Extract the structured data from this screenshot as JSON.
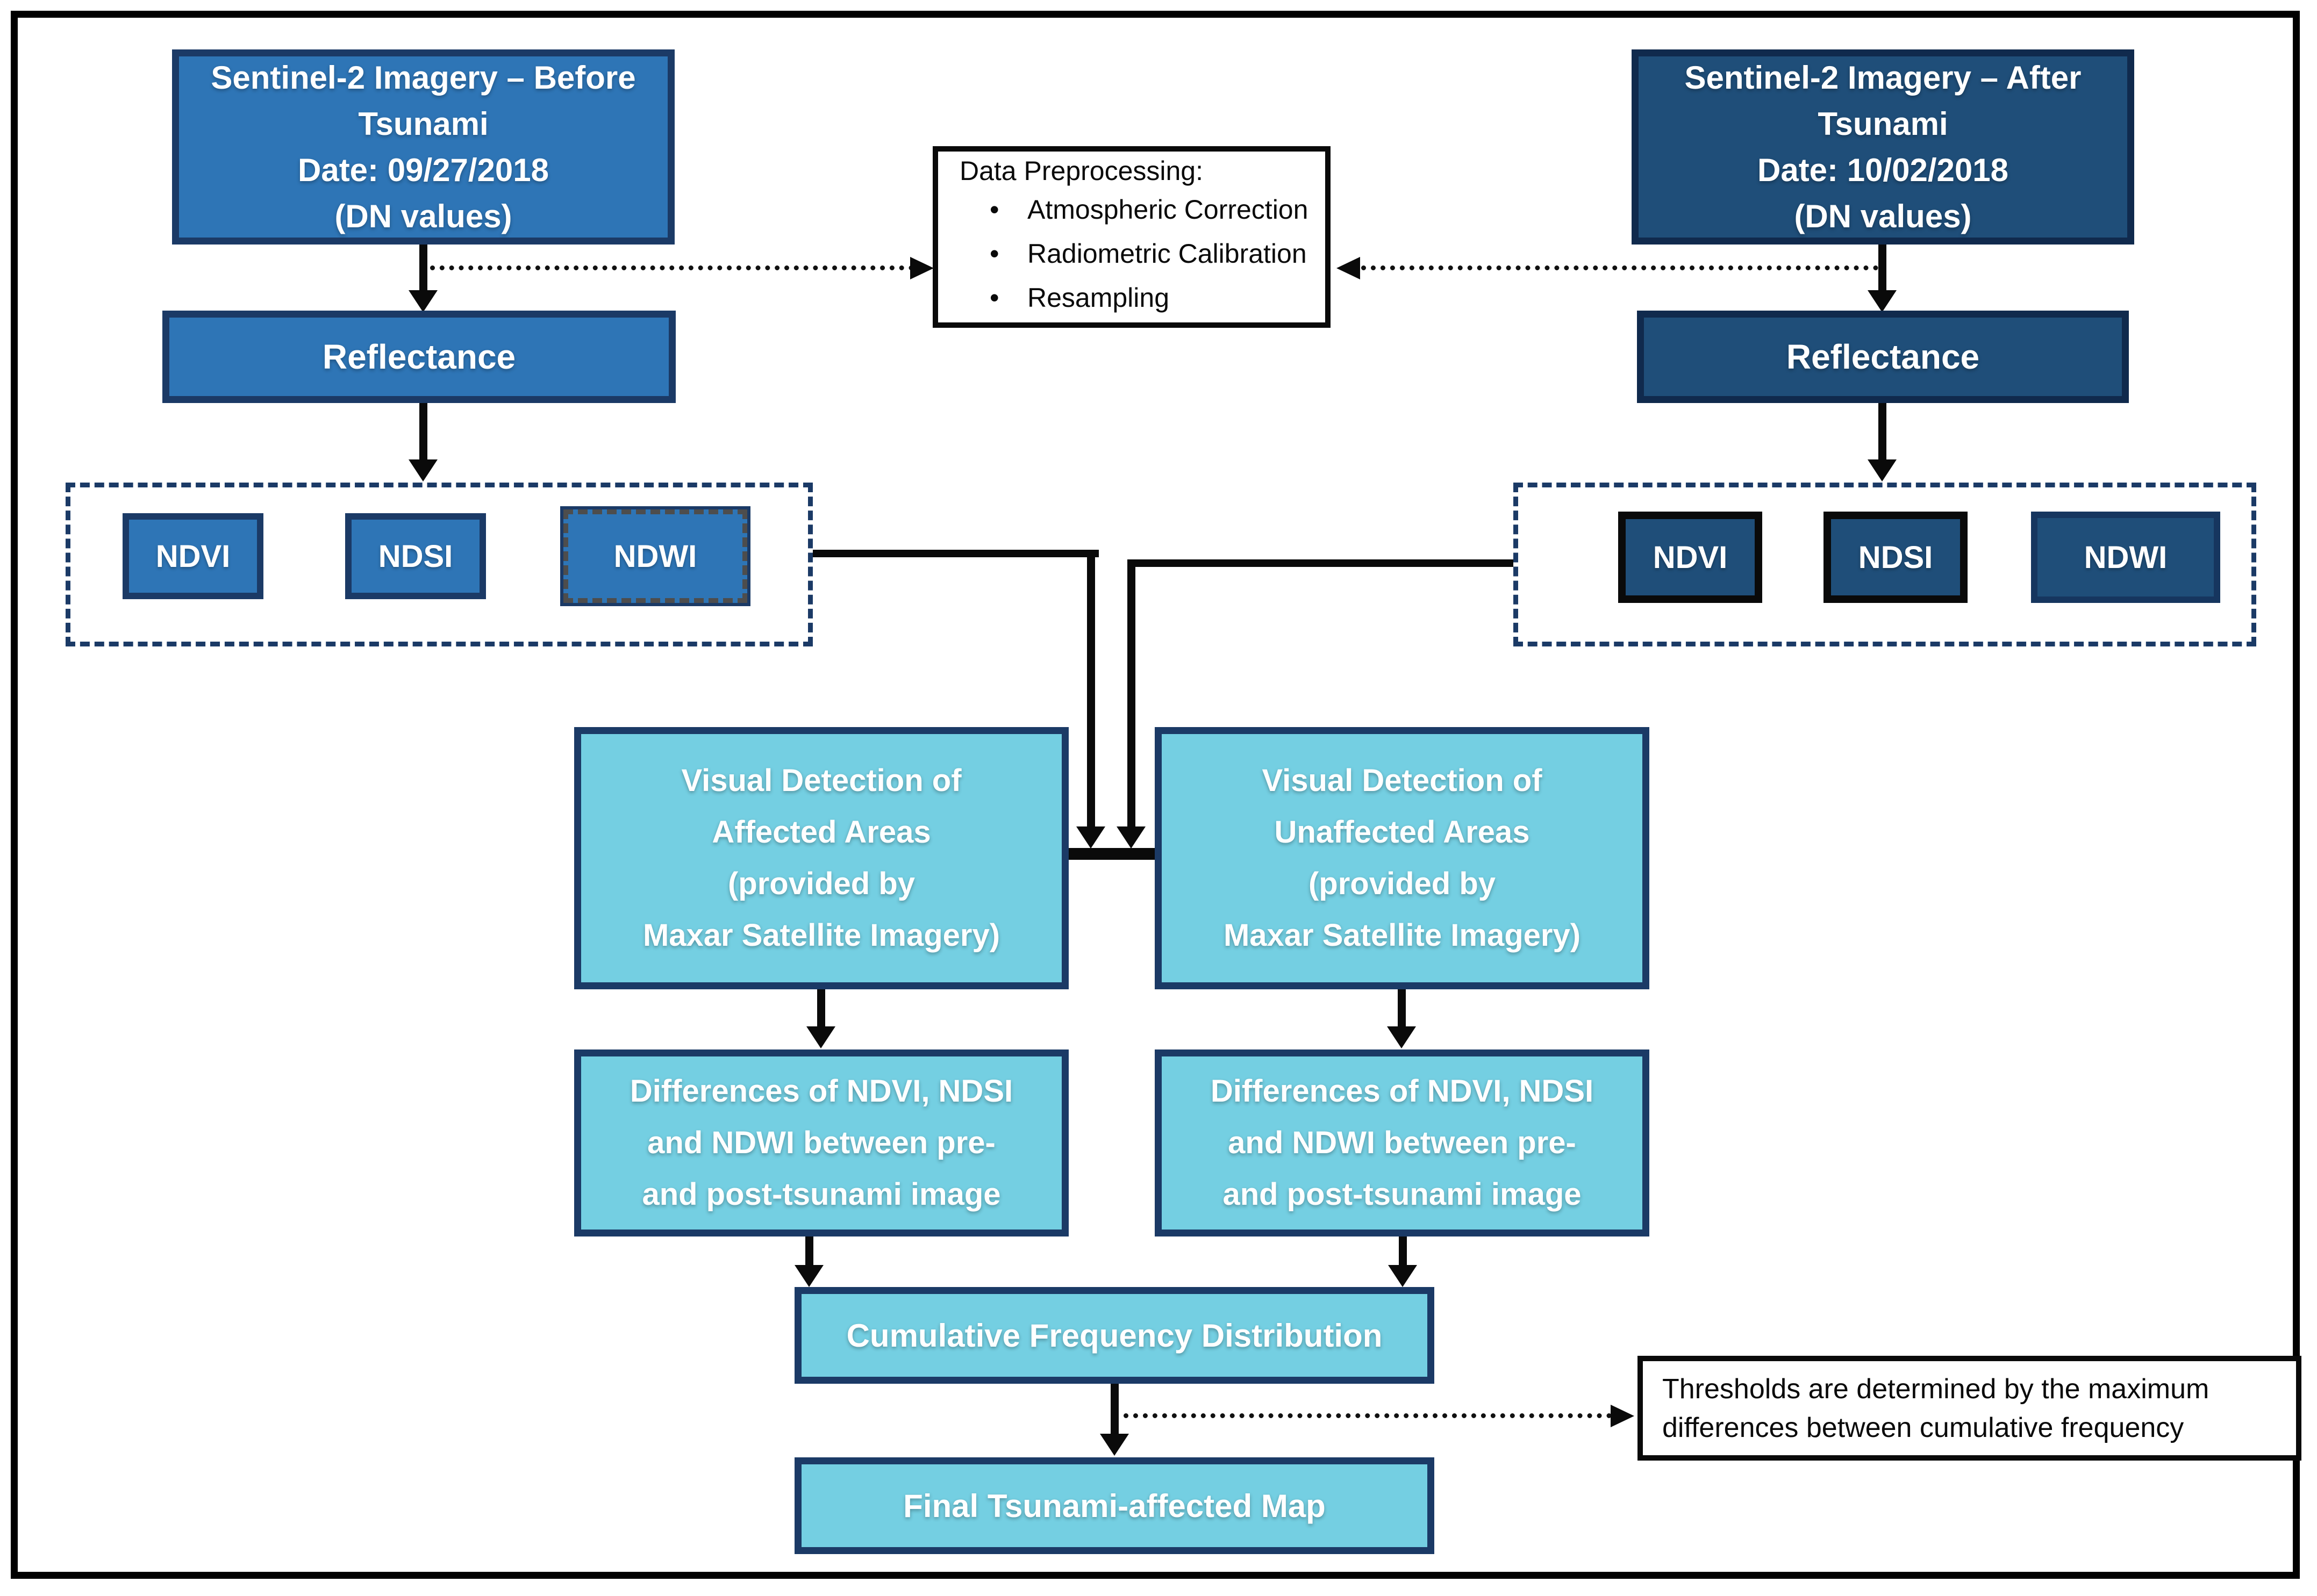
{
  "diagram_title": "Tsunami-affected area detection workflow",
  "colors": {
    "medium_blue": "#2E75B6",
    "dark_blue": "#1F4E79",
    "cyan": "#74CFE2",
    "navy_border": "#1B3A66",
    "black": "#0a0a0a",
    "white": "#ffffff"
  },
  "nodes": {
    "sentinel_before": {
      "lines": [
        "Sentinel-2 Imagery – Before Tsunami",
        "Date: 09/27/2018",
        "(DN values)"
      ]
    },
    "sentinel_after": {
      "lines": [
        "Sentinel-2 Imagery – After Tsunami",
        "Date: 10/02/2018",
        "(DN values)"
      ]
    },
    "preprocessing": {
      "title": "Data Preprocessing:",
      "bullet": "•",
      "items": [
        "Atmospheric Correction",
        "Radiometric Calibration",
        "Resampling"
      ]
    },
    "reflectance_left": {
      "label": "Reflectance"
    },
    "reflectance_right": {
      "label": "Reflectance"
    },
    "indices_left": {
      "ndvi": "NDVI",
      "ndsi": "NDSI",
      "ndwi": "NDWI"
    },
    "indices_right": {
      "ndvi": "NDVI",
      "ndsi": "NDSI",
      "ndwi": "NDWI"
    },
    "visual_affected": {
      "lines": [
        "Visual Detection of",
        "Affected Areas",
        "(provided by",
        "Maxar Satellite Imagery)"
      ]
    },
    "visual_unaffected": {
      "lines": [
        "Visual Detection of",
        "Unaffected Areas",
        "(provided by",
        "Maxar Satellite Imagery)"
      ]
    },
    "diff_affected": {
      "lines": [
        "Differences of NDVI, NDSI",
        "and NDWI between pre-",
        "and post-tsunami image"
      ]
    },
    "diff_unaffected": {
      "lines": [
        "Differences of NDVI, NDSI",
        "and NDWI between pre-",
        "and post-tsunami image"
      ]
    },
    "cumulative_frequency": {
      "label": "Cumulative Frequency Distribution"
    },
    "final_map": {
      "label": "Final Tsunami-affected Map"
    },
    "thresholds_note": {
      "lines": [
        "Thresholds are determined by the maximum",
        "differences between cumulative frequency"
      ]
    }
  }
}
